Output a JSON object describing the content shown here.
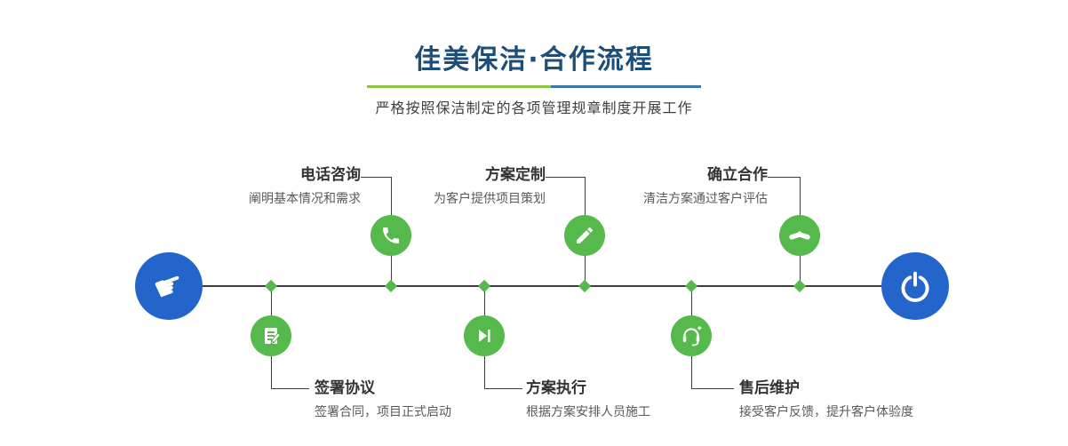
{
  "header": {
    "title": "佳美保洁·合作流程",
    "subtitle": "严格按照保洁制定的各项管理规章制度开展工作"
  },
  "colors": {
    "title_navy": "#1d4e79",
    "accent_green": "#55b94c",
    "accent_blue": "#2365cb",
    "divider_green": "#8cc63e",
    "divider_blue": "#3b76ae",
    "line_dark": "#3d3d3d"
  },
  "timeline": {
    "start_icon": "hand-pointer-icon",
    "start_glyph": "☛",
    "end_icon": "power-icon",
    "steps_top": [
      {
        "title": "电话咨询",
        "desc": "阐明基本情况和需求",
        "icon": "phone-icon"
      },
      {
        "title": "方案定制",
        "desc": "为客户提供项目策划",
        "icon": "pencil-icon"
      },
      {
        "title": "确立合作",
        "desc": "清洁方案通过客户评估",
        "icon": "handshake-icon"
      }
    ],
    "steps_bottom": [
      {
        "title": "签署协议",
        "desc": "签署合同，项目正式启动",
        "icon": "contract-icon"
      },
      {
        "title": "方案执行",
        "desc": "根据方案安排人员施工",
        "icon": "play-icon"
      },
      {
        "title": "售后维护",
        "desc": "接受客户反馈，提升客户体验度",
        "icon": "headset-icon"
      }
    ]
  }
}
